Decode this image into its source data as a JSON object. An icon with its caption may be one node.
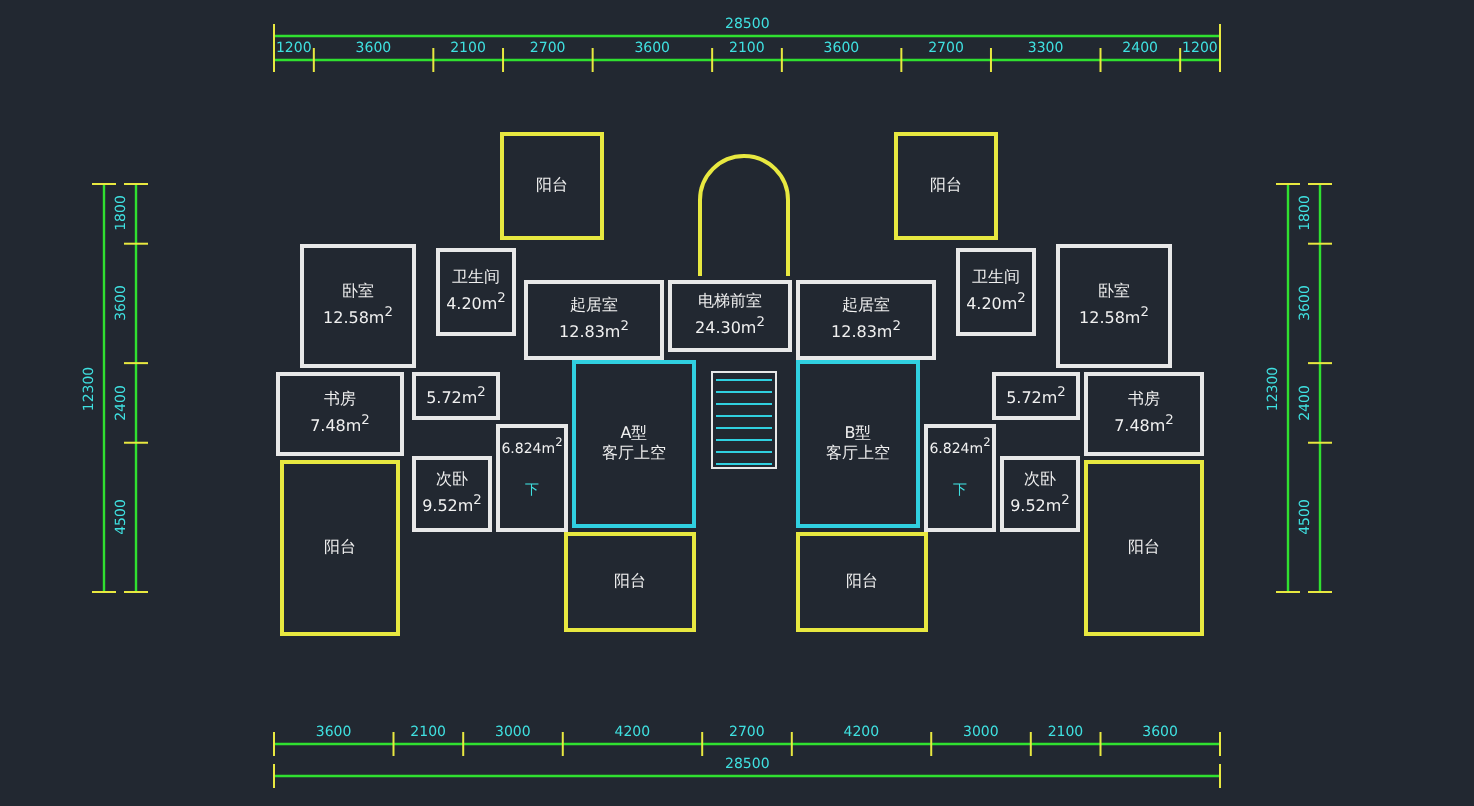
{
  "diagram": {
    "nodes": [
      {
        "text": [
          "阳台"
        ]
      },
      {
        "text": [
          "阳台"
        ]
      },
      {
        "text": [
          "卧室",
          "12.58m$^{2}$"
        ]
      },
      {
        "text": [
          "卫生间",
          "4.20m$^{2}$"
        ]
      },
      {
        "text": [
          "起居室",
          "12.83m$^{2}$"
        ]
      },
      {
        "text": [
          "电梯前室",
          "24.30m$^{2}$"
        ]
      },
      {
        "text": [
          "起居室",
          "12.83m$^{2}$"
        ]
      },
      {
        "text": [
          "卫生间",
          "4.20m$^{2}$"
        ]
      },
      {
        "text": [
          "卧室",
          "12.58m$^{2}$"
        ]
      },
      {
        "text": [
          "书房",
          "7.48m$^{2}$"
        ]
      },
      {
        "text": [
          "5.72m$^{2}$"
        ]
      },
      {
        "text": [
          "6.824m$^{2}$"
        ]
      },
      {
        "text": [
          "A型",
          "客厅上空"
        ]
      },
      {
        "text": [
          "B型",
          "客厅上空"
        ]
      },
      {
        "text": [
          "6.824m$^{2}$"
        ]
      },
      {
        "text": [
          "5.72m$^{2}$"
        ]
      },
      {
        "text": [
          "书房",
          "7.48m$^{2}$"
        ]
      },
      {
        "text": [
          "次卧",
          "9.52m$^{2}$"
        ]
      },
      {
        "text": [
          "次卧",
          "9.52m$^{2}$"
        ]
      },
      {
        "text": [
          "阳台"
        ]
      },
      {
        "text": [
          "阳台"
        ]
      },
      {
        "text": [
          "阳台"
        ]
      },
      {
        "text": [
          "阳台"
        ]
      }
    ],
    "labels": [
      "28500",
      "1200",
      "3600",
      "2100",
      "2700",
      "3600",
      "2100",
      "3600",
      "2700",
      "3300",
      "2400",
      "1200",
      "1800",
      "3600",
      "2400",
      "4500",
      "12300",
      "1800",
      "3600",
      "2400",
      "4500",
      "12300",
      "3600",
      "2100",
      "3000",
      "4200",
      "2700",
      "4200",
      "3000",
      "2100",
      "3600",
      "28500",
      "下",
      "下"
    ]
  }
}
